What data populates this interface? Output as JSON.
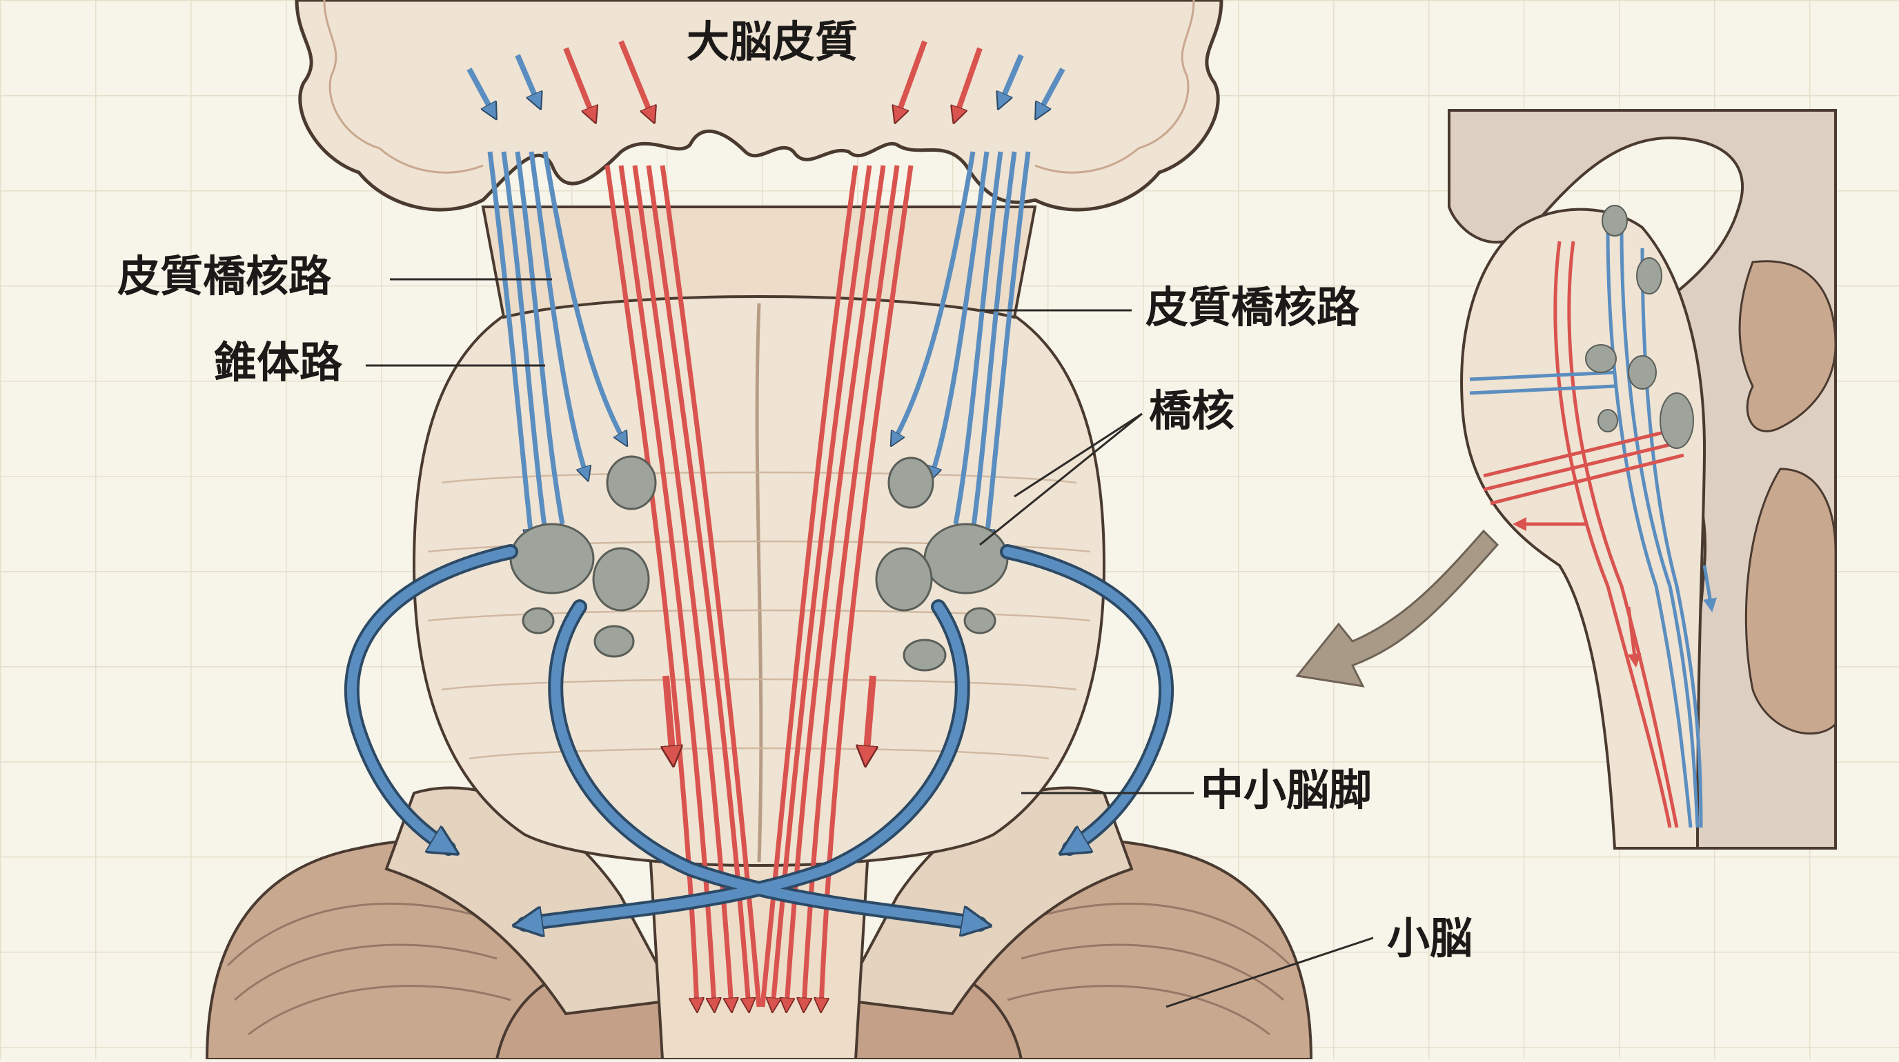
{
  "labels": {
    "cerebral_cortex": "大脳皮質",
    "corticopontine_left": "皮質橋核路",
    "pyramidal_tract": "錐体路",
    "corticopontine_right": "皮質橋核路",
    "pontine_nuclei": "橋核",
    "middle_cerebellar_peduncle": "中小脳脚",
    "cerebellum": "小脳"
  },
  "colors": {
    "background": "#f7f4e9",
    "grid": "#e6dfcb",
    "tissue": "#efe3d3",
    "tissue_shadow": "#dcc7b0",
    "cerebellum": "#c9a890",
    "corticopontine_fiber": "#5b8ec0",
    "pyramidal_fiber": "#d9534f",
    "nucleus": "#9ea39b",
    "inset_arrow": "#a99a88"
  }
}
